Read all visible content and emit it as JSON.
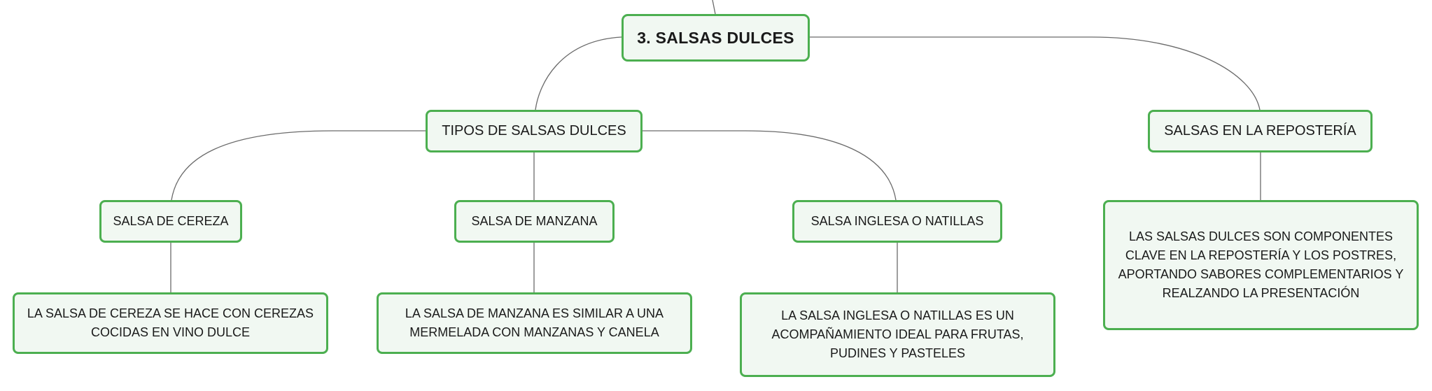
{
  "diagram": {
    "root": {
      "label": "3. SALSAS DULCES"
    },
    "branches": {
      "tipos": {
        "label": "TIPOS DE SALSAS DULCES"
      },
      "reposteria": {
        "label": "SALSAS EN LA REPOSTERÍA",
        "description": "LAS SALSAS DULCES SON COMPONENTES CLAVE EN LA REPOSTERÍA Y LOS POSTRES, APORTANDO SABORES COMPLEMENTARIOS Y REALZANDO LA PRESENTACIÓN"
      }
    },
    "types": {
      "cereza": {
        "label": "SALSA DE CEREZA",
        "description": "LA SALSA DE CEREZA SE HACE CON CEREZAS COCIDAS EN VINO DULCE"
      },
      "manzana": {
        "label": "SALSA DE MANZANA",
        "description": "LA SALSA DE MANZANA ES SIMILAR A UNA MERMELADA CON MANZANAS Y CANELA"
      },
      "inglesa": {
        "label": "SALSA INGLESA O NATILLAS",
        "description": "LA SALSA INGLESA O NATILLAS ES UN ACOMPAÑAMIENTO IDEAL PARA FRUTAS, PUDINES Y PASTELES"
      }
    },
    "colors": {
      "node_border": "#4caf50",
      "node_fill": "#f1f8f2",
      "connector": "#6a6a6a"
    }
  }
}
